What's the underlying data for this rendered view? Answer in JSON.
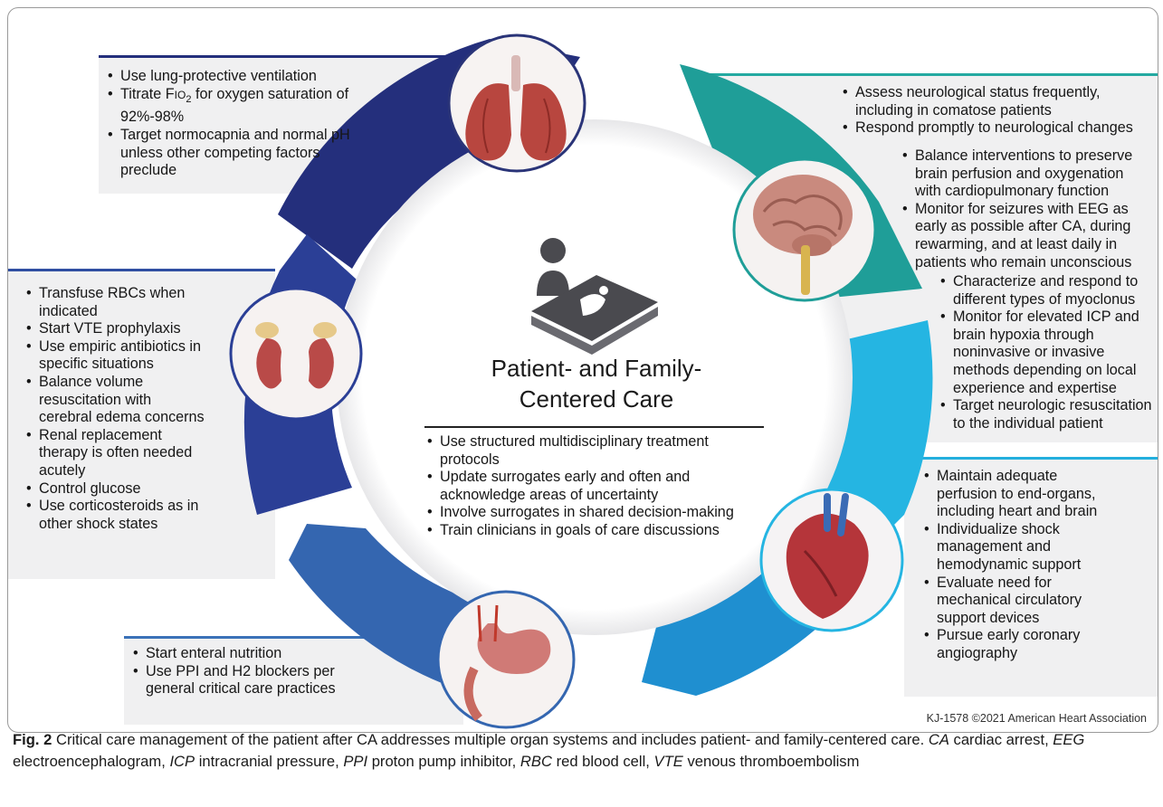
{
  "colors": {
    "navy": "#242f7c",
    "mid_blue": "#2f4ea2",
    "blue": "#3b72b8",
    "teal": "#23a9a1",
    "cyan": "#23afdd"
  },
  "icons": [
    "lungs-icon",
    "brain-icon",
    "heart-icon",
    "stomach-icon",
    "kidneys-icon",
    "patient-bed-icon"
  ],
  "center": {
    "title_line1": "Patient- and Family-",
    "title_line2": "Centered Care",
    "items": [
      "Use structured multidisciplinary treatment protocols",
      "Update surrogates early and often and acknowledge areas of uncertainty",
      "Involve surrogates in shared decision-making",
      "Train clinicians in goals of care discussions"
    ]
  },
  "lungs": {
    "item1": "Use lung-protective ventilation",
    "item2_pre": "Titrate F",
    "item2_sub": "IO",
    "item2_sub2": "2",
    "item2_post": " for oxygen saturation of 92%-98%",
    "item3": "Target normocapnia and normal pH unless other competing factors preclude"
  },
  "brain": {
    "level1": [
      "Assess neurological status frequently, including in comatose patients",
      "Respond promptly to neurological changes"
    ],
    "level2": [
      "Balance interventions to preserve brain perfusion and oxygenation with cardiopulmonary function",
      "Monitor for seizures with EEG as early as possible after CA, during rewarming, and at least daily in patients who remain unconscious"
    ],
    "level3": [
      "Characterize and respond to different types of myoclonus",
      "Monitor for elevated ICP and brain hypoxia through noninvasive or invasive methods depending on local experience and expertise",
      "Target neurologic resuscitation to the individual patient"
    ]
  },
  "kidneys": {
    "items": [
      "Transfuse RBCs when indicated",
      "Start VTE prophylaxis",
      "Use empiric antibiotics in specific situations",
      "Balance volume resuscitation with cerebral edema concerns",
      "Renal replacement therapy is often needed acutely",
      "Control glucose",
      "Use corticosteroids as in other shock states"
    ]
  },
  "heart": {
    "items": [
      "Maintain adequate perfusion to end-organs, including heart and brain",
      "Individualize shock management and hemodynamic support",
      "Evaluate need for mechanical circulatory support devices",
      "Pursue early coronary angiography"
    ]
  },
  "stomach": {
    "items": [
      "Start enteral nutrition",
      "Use PPI and H2 blockers per general critical care practices"
    ]
  },
  "credit": "KJ-1578 ©2021 American Heart Association",
  "caption": {
    "label": "Fig. 2",
    "text": "Critical care management of the patient after CA addresses multiple organ systems and includes patient- and family-centered care.",
    "abbr": [
      {
        "term": "CA",
        "def": "cardiac arrest"
      },
      {
        "term": "EEG",
        "def": "electroencephalogram"
      },
      {
        "term": "ICP",
        "def": "intracranial pressure"
      },
      {
        "term": "PPI",
        "def": "proton pump inhibitor"
      },
      {
        "term": "RBC",
        "def": "red blood cell"
      },
      {
        "term": "VTE",
        "def": "venous thromboembolism"
      }
    ]
  }
}
